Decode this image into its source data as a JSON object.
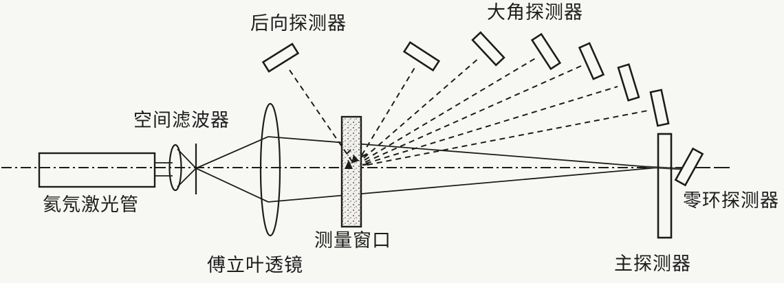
{
  "diagram": {
    "background_color": "#f7f7f4",
    "line_color": "#1c1c1c",
    "labels": {
      "laser_tube": "氦氖激光管",
      "spatial_filter": "空间滤波器",
      "fourier_lens": "傅立叶透镜",
      "measurement_window": "测量窗口",
      "backward_detector": "后向探测器",
      "large_angle_detector": "大角探测器",
      "zero_ring_detector": "零环探测器",
      "main_detector": "主探测器"
    },
    "components": [
      {
        "name": "helium-neon-laser-tube",
        "label": "氦氖激光管"
      },
      {
        "name": "spatial-filter",
        "label": "空间滤波器"
      },
      {
        "name": "fourier-lens",
        "label": "傅立叶透镜"
      },
      {
        "name": "measurement-window",
        "label": "测量窗口"
      },
      {
        "name": "backward-detector",
        "label": "后向探测器"
      },
      {
        "name": "large-angle-detector-array",
        "label": "大角探测器",
        "count": 6
      },
      {
        "name": "zero-ring-detector",
        "label": "零环探测器"
      },
      {
        "name": "main-detector",
        "label": "主探测器"
      }
    ],
    "ray_styles": {
      "optical_axis": "dash-dot",
      "beam": "solid",
      "scattered": "dashed"
    }
  }
}
